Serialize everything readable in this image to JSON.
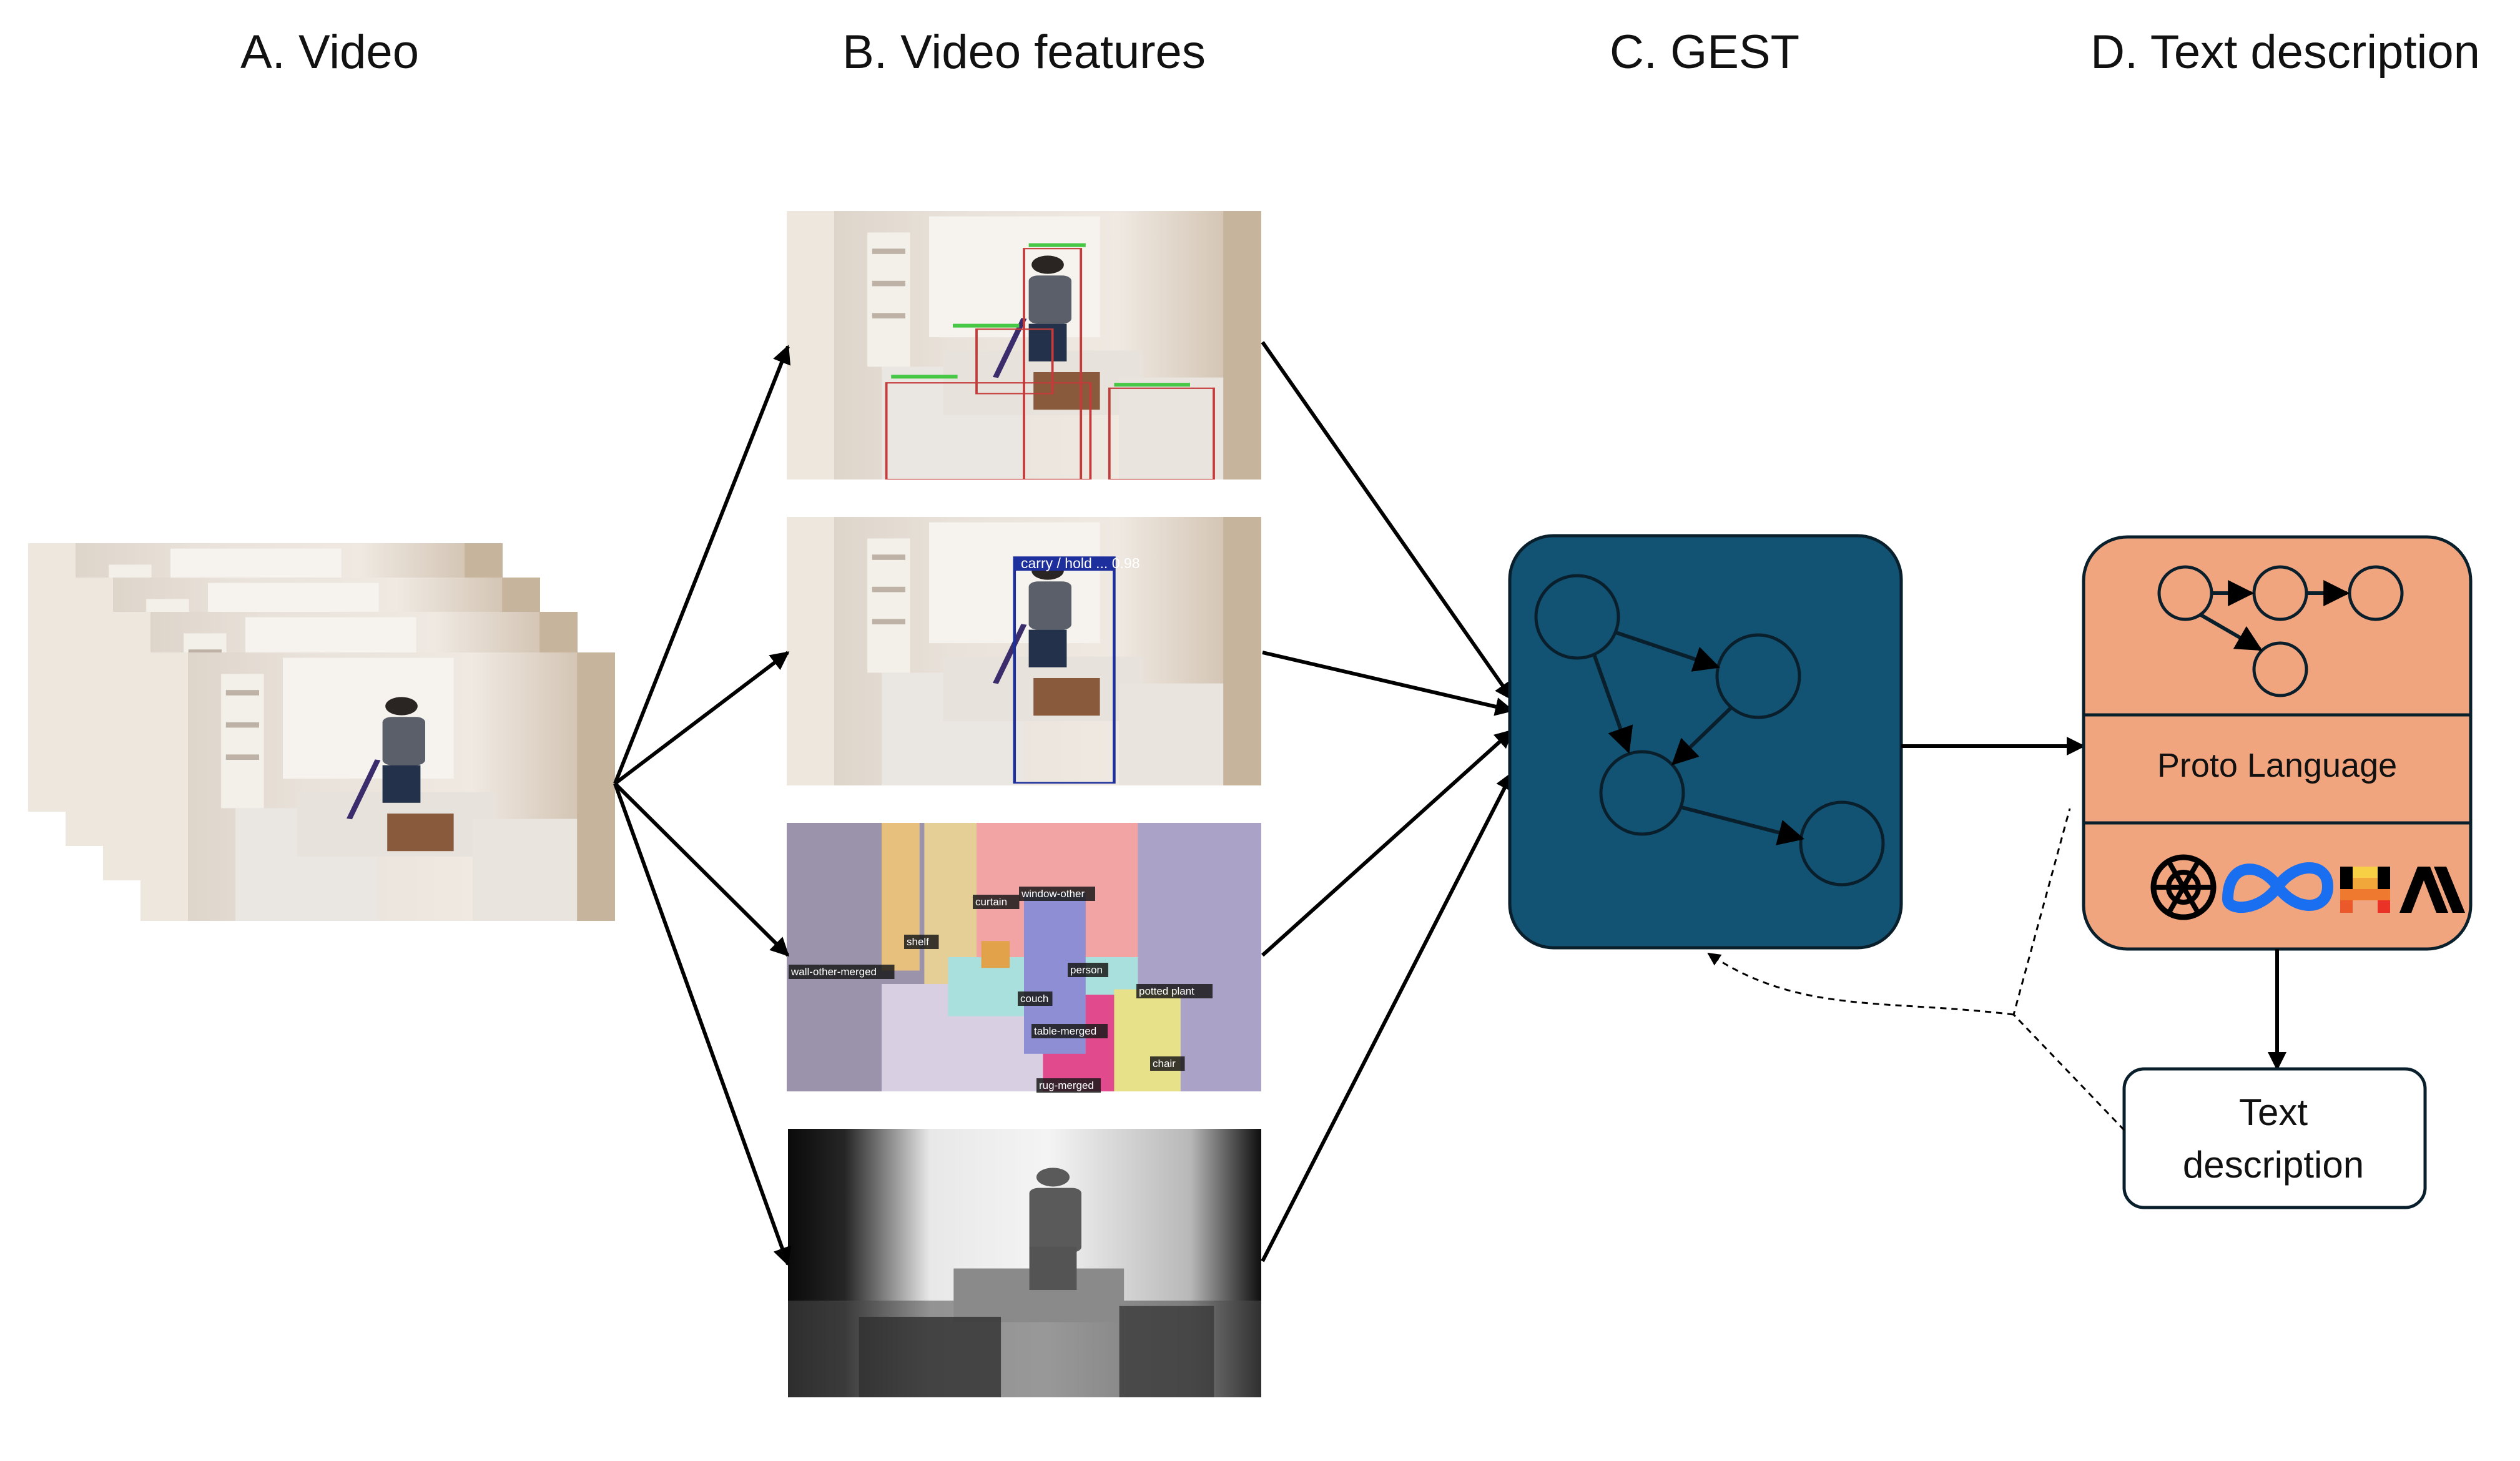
{
  "titles": {
    "video": "A. Video",
    "features": "B. Video features",
    "gest": "C. GEST",
    "text": "D. Text description"
  },
  "features": {
    "detection_label": "carry / hold ... 0.98",
    "segmentation_labels": [
      "curtain",
      "window-other",
      "shelf",
      "wall-other-merged",
      "person",
      "potted plant",
      "couch",
      "table-merged",
      "chair",
      "rug-merged"
    ]
  },
  "proto": {
    "language_label": "Proto Language",
    "llm_icons": [
      "openai-icon",
      "meta-icon",
      "mistral-icon",
      "anthropic-icon"
    ]
  },
  "output": {
    "description_line1": "Text",
    "description_line2": "description"
  },
  "colors": {
    "gest_fill": "#125273",
    "proto_fill": "#f0a57f",
    "arrow": "#000000"
  }
}
